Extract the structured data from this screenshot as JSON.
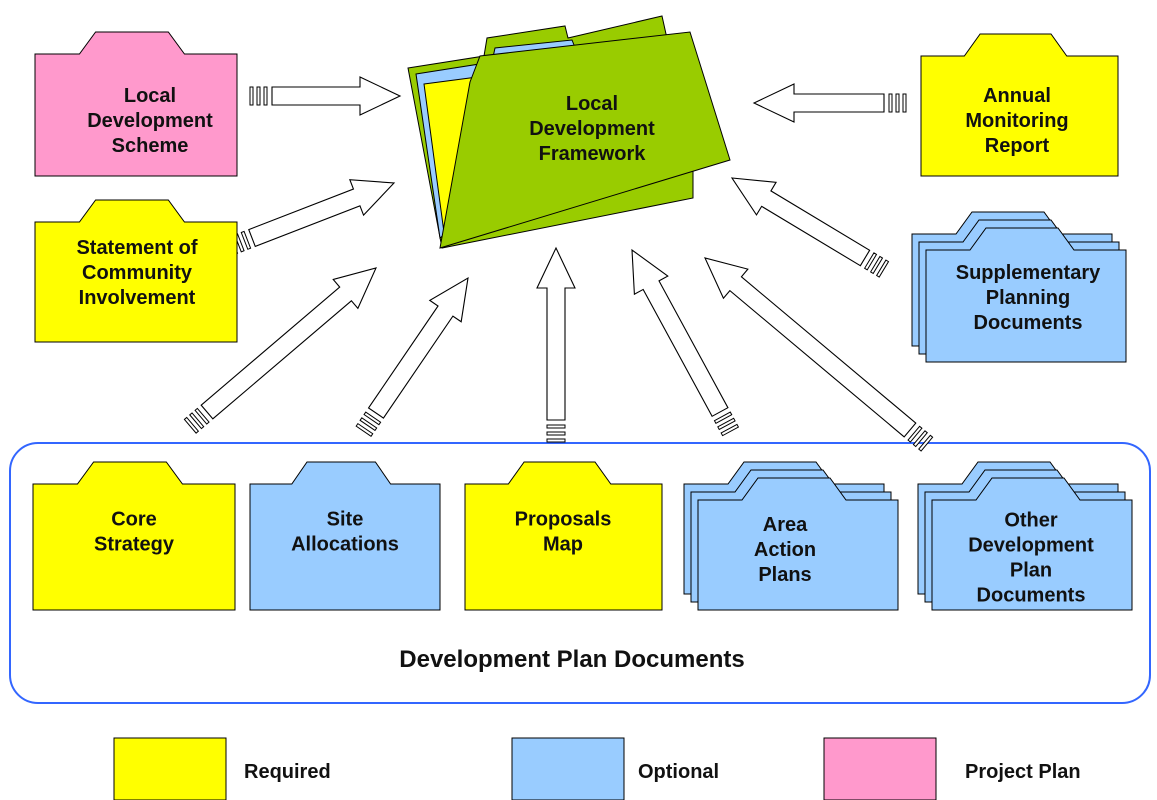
{
  "colors": {
    "required": "#ffff00",
    "optional": "#99ccff",
    "project_plan": "#ff99cc",
    "framework_folder": "#99cc00",
    "outline": "#000000",
    "group_border": "#3366ff"
  },
  "framework": {
    "lines": [
      "Local",
      "Development",
      "Framework"
    ]
  },
  "inputs": {
    "lds": {
      "lines": [
        "Local",
        "Development",
        "Scheme"
      ]
    },
    "amr": {
      "lines": [
        "Annual",
        "Monitoring",
        "Report"
      ]
    },
    "sci": {
      "lines": [
        "Statement of",
        "Community",
        "Involvement"
      ]
    },
    "spd": {
      "lines": [
        "Supplementary",
        "Planning",
        "Documents"
      ]
    }
  },
  "dpd_group": {
    "label": "Development Plan Documents",
    "items": [
      {
        "id": "core",
        "lines": [
          "Core",
          "Strategy"
        ]
      },
      {
        "id": "site",
        "lines": [
          "Site",
          "Allocations"
        ]
      },
      {
        "id": "prop",
        "lines": [
          "Proposals",
          "Map"
        ]
      },
      {
        "id": "aap",
        "lines": [
          "Area",
          "Action",
          "Plans"
        ]
      },
      {
        "id": "other",
        "lines": [
          "Other",
          "Development",
          "Plan",
          "Documents"
        ]
      }
    ]
  },
  "legend": [
    {
      "label": "Required"
    },
    {
      "label": "Optional"
    },
    {
      "label": "Project Plan"
    }
  ]
}
